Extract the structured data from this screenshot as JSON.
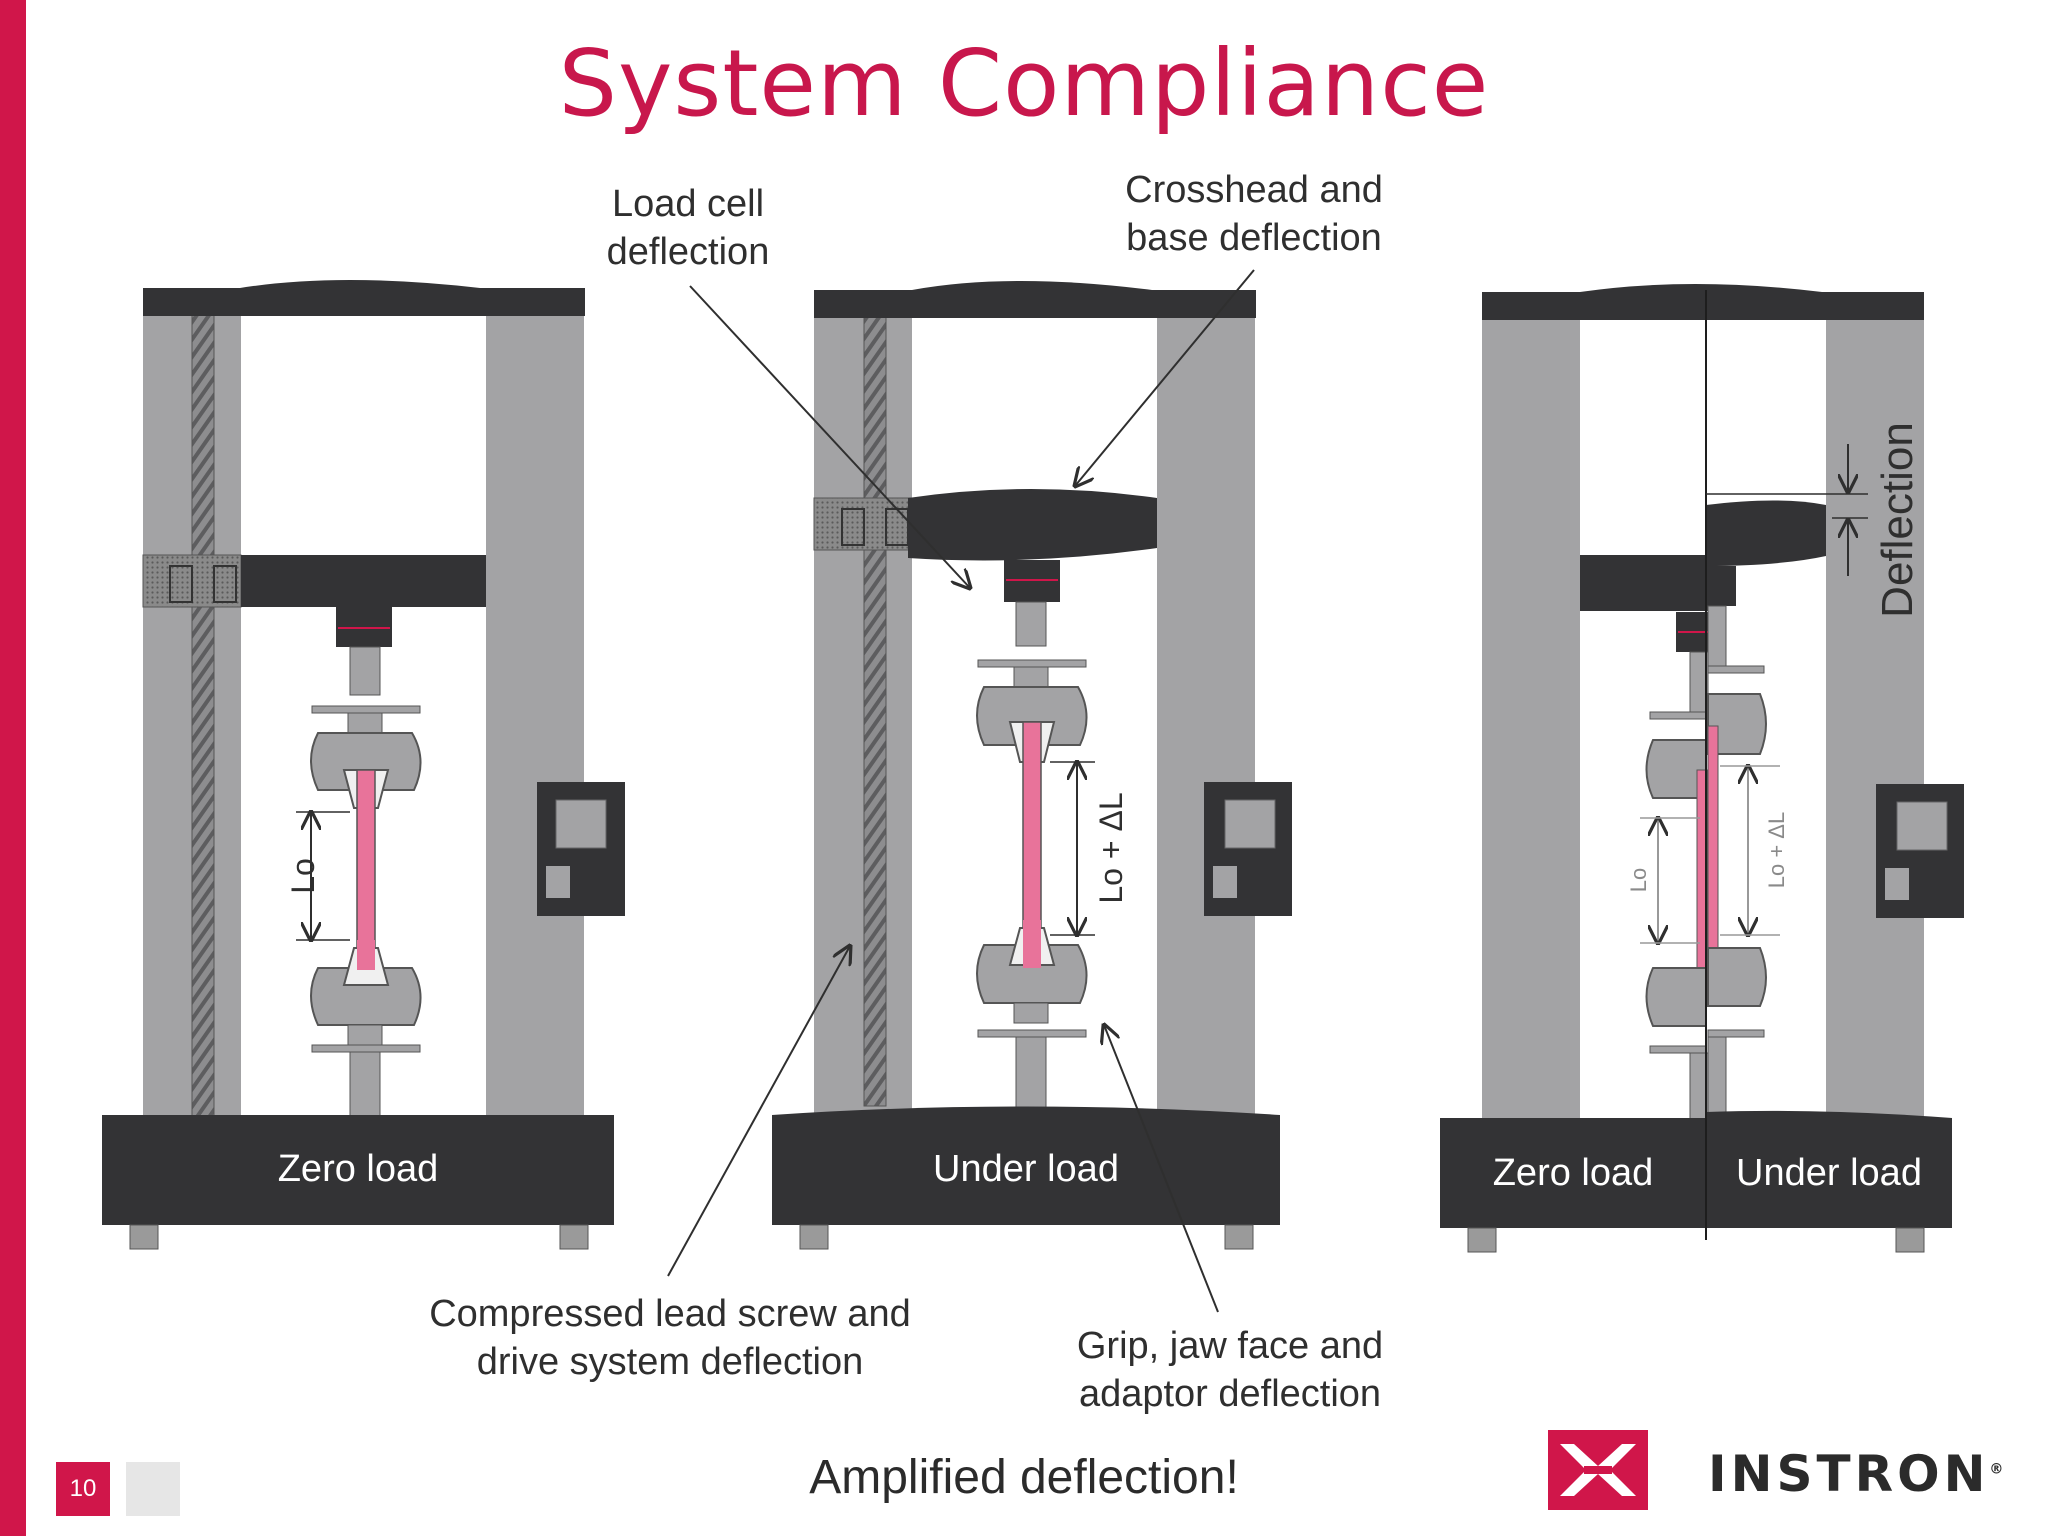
{
  "title": "System Compliance",
  "callouts": {
    "load_cell": [
      "Load cell",
      "deflection"
    ],
    "crosshead": [
      "Crosshead and",
      "base deflection"
    ],
    "lead_screw": [
      "Compressed lead screw and",
      "drive system deflection"
    ],
    "grip": [
      "Grip, jaw face and",
      "adaptor deflection"
    ]
  },
  "frames": {
    "left_label": "Zero load",
    "middle_label": "Under load",
    "right_label_left": "Zero load",
    "right_label_right": "Under load"
  },
  "dimensions": {
    "left": "Lo",
    "middle": "Lo + ΔL",
    "right_a": "Lo",
    "right_b": "Lo + ΔL",
    "deflection": "Deflection"
  },
  "footer": "Amplified deflection!",
  "page_number": "10",
  "logo": {
    "text": "INSTRON",
    "mark": "®",
    "color": "#d0164a"
  },
  "colors": {
    "accent": "#c8174c",
    "frame_dark": "#333335",
    "column": "#a3a3a5",
    "specimen": "#e8739a"
  }
}
